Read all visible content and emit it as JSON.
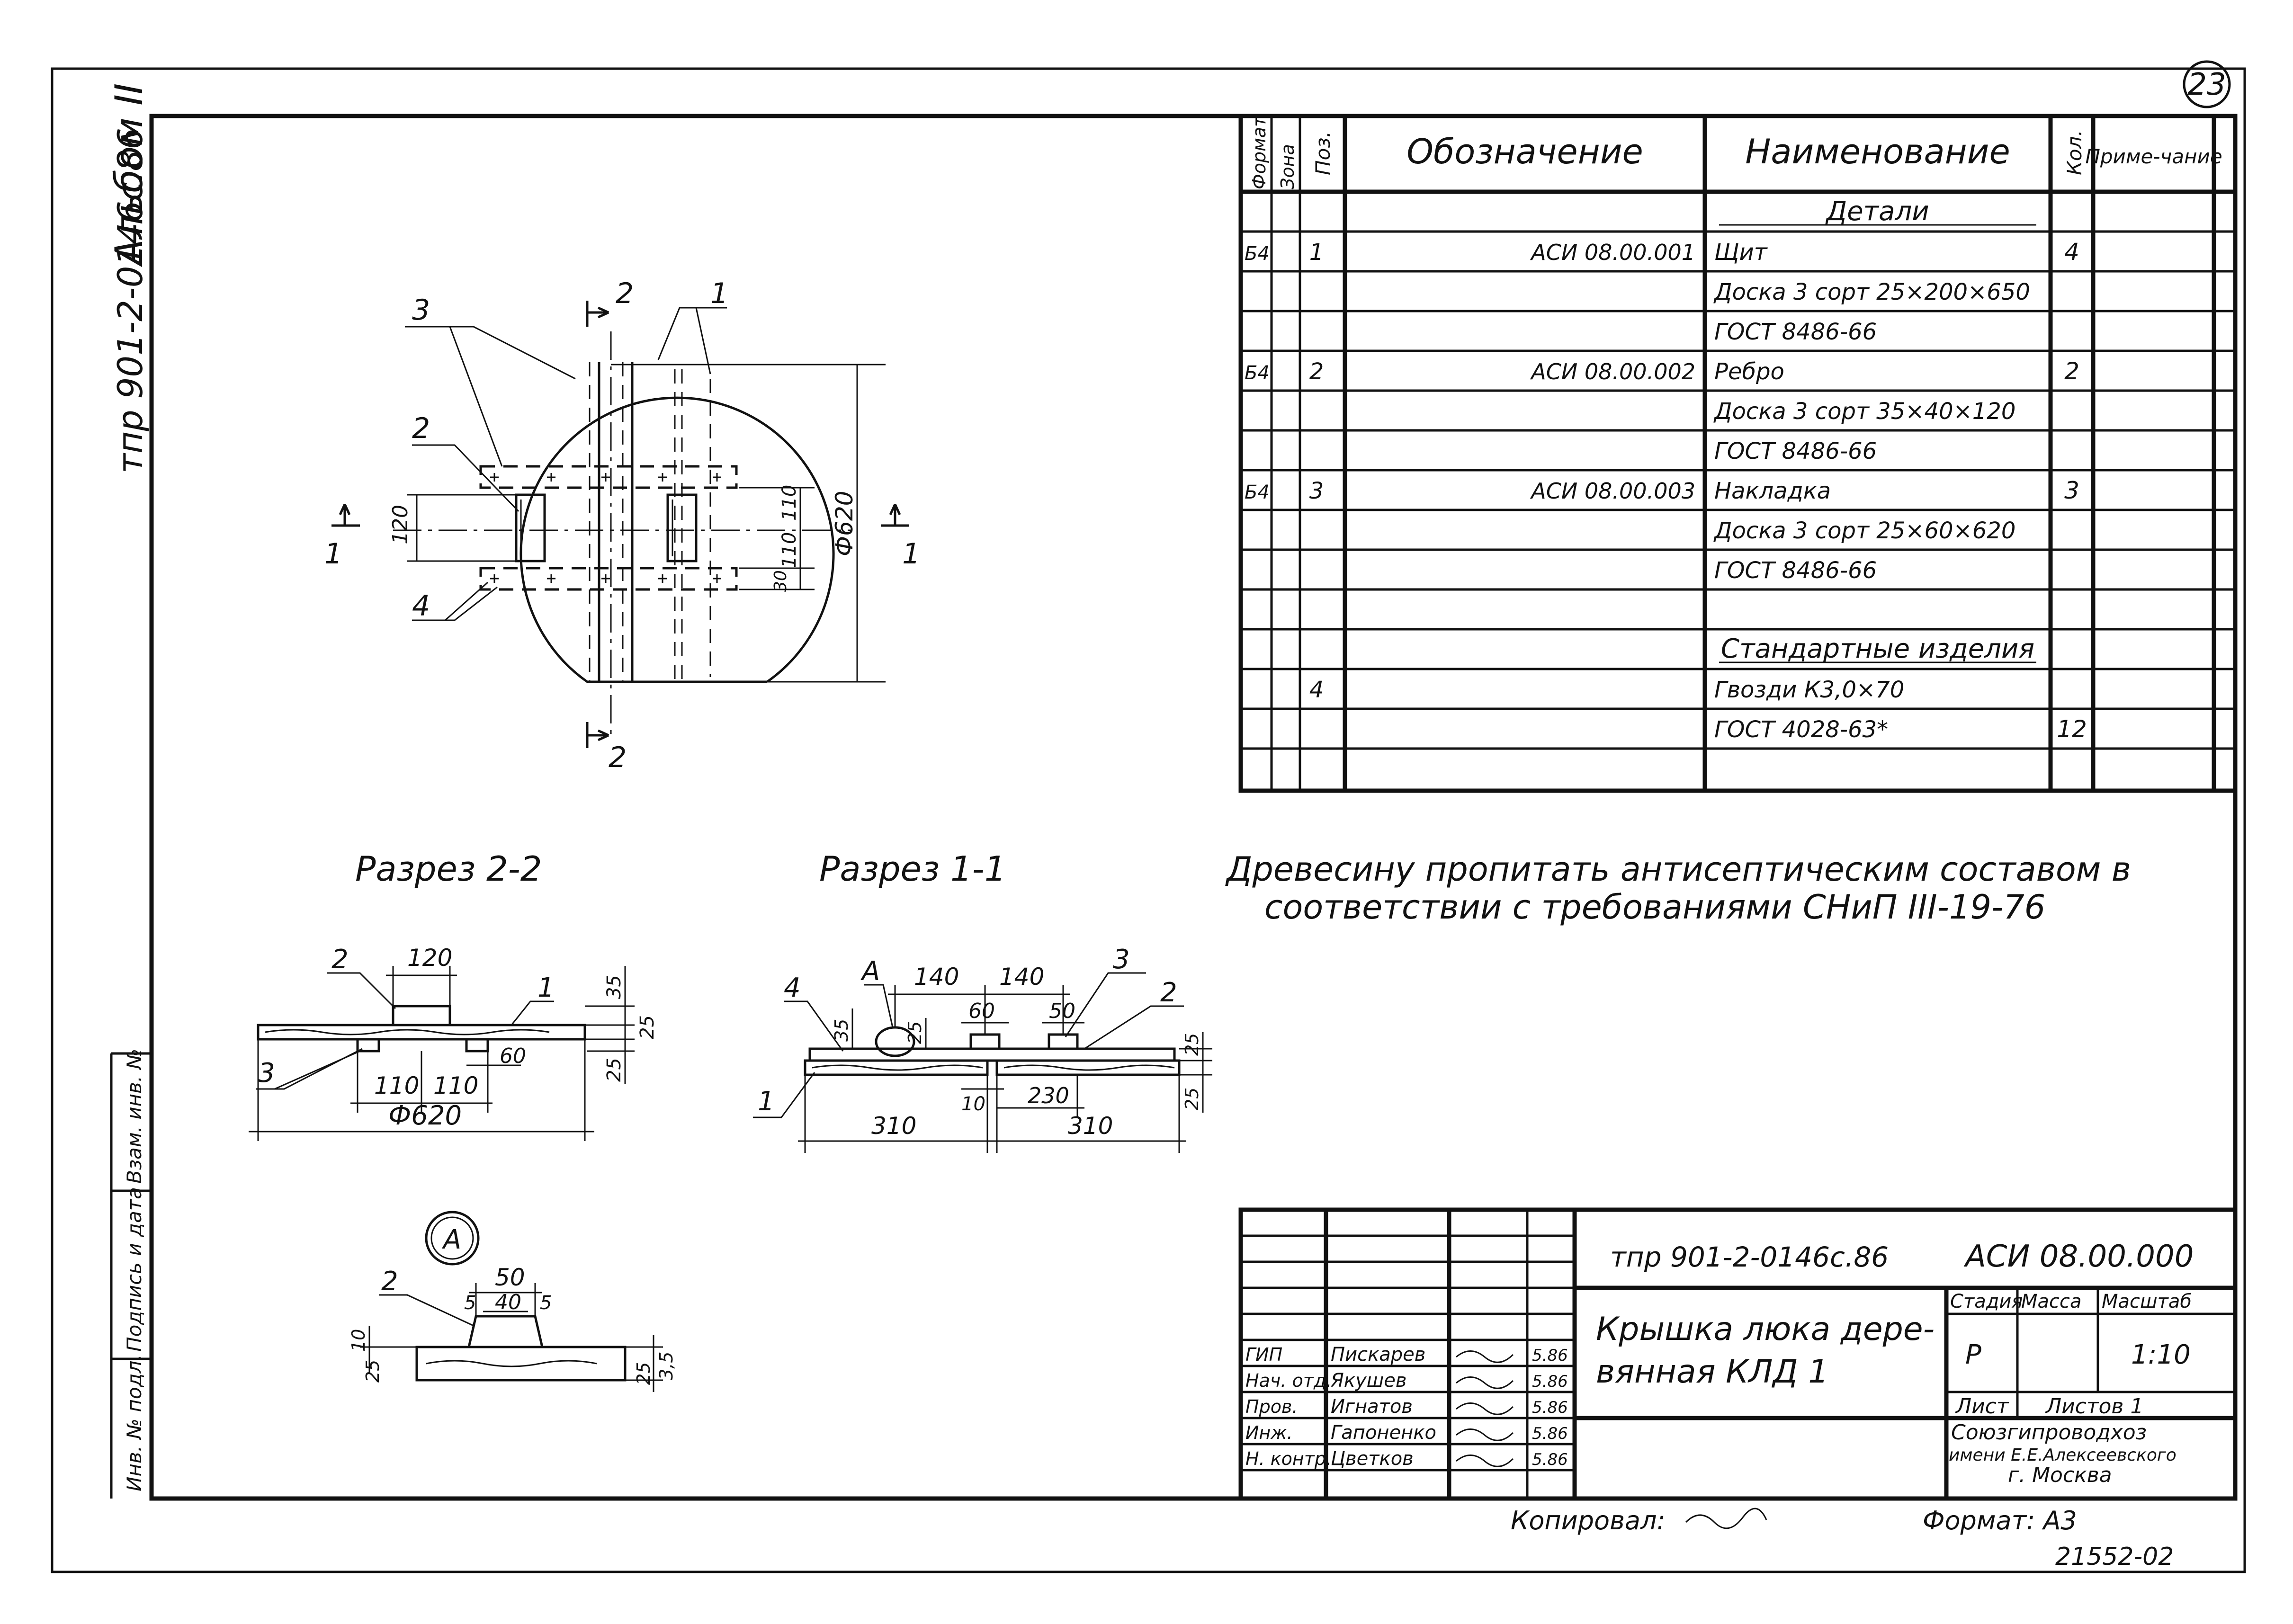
{
  "sheet": {
    "page_number": "23",
    "album_label": "Альбом II",
    "project_code_side": "тпр 901-2-0146с.86",
    "stamp_original": "21552-02",
    "copied_by_label": "Копировал:",
    "format_label": "Формат: А3"
  },
  "left_strip": {
    "inv_label": "Инв. № подл.",
    "signature_label": "Подпись и дата",
    "replacement_label": "Взам. инв. №"
  },
  "spec_table": {
    "headers": {
      "format": "Формат",
      "zone": "Зона",
      "pos": "Поз.",
      "designation": "Обозначение",
      "name": "Наименование",
      "qty": "Кол.",
      "note": "Приме-чание"
    },
    "rows": [
      {
        "format": "",
        "pos": "",
        "designation": "",
        "name": "Детали",
        "qty": "",
        "section": true
      },
      {
        "format": "Б4",
        "pos": "1",
        "designation": "АСИ 08.00.001",
        "name": "Щит",
        "qty": "4"
      },
      {
        "format": "",
        "pos": "",
        "designation": "",
        "name": "Доска 3 сорт 25×200×650",
        "qty": ""
      },
      {
        "format": "",
        "pos": "",
        "designation": "",
        "name": "ГОСТ 8486-66",
        "qty": ""
      },
      {
        "format": "Б4",
        "pos": "2",
        "designation": "АСИ 08.00.002",
        "name": "Ребро",
        "qty": "2"
      },
      {
        "format": "",
        "pos": "",
        "designation": "",
        "name": "Доска 3 сорт 35×40×120",
        "qty": ""
      },
      {
        "format": "",
        "pos": "",
        "designation": "",
        "name": "ГОСТ 8486-66",
        "qty": ""
      },
      {
        "format": "Б4",
        "pos": "3",
        "designation": "АСИ 08.00.003",
        "name": "Накладка",
        "qty": "3"
      },
      {
        "format": "",
        "pos": "",
        "designation": "",
        "name": "Доска 3 сорт 25×60×620",
        "qty": ""
      },
      {
        "format": "",
        "pos": "",
        "designation": "",
        "name": "ГОСТ 8486-66",
        "qty": ""
      },
      {
        "format": "",
        "pos": "",
        "designation": "",
        "name": "",
        "qty": ""
      },
      {
        "format": "",
        "pos": "",
        "designation": "",
        "name": "Стандартные изделия",
        "qty": "",
        "section": true
      },
      {
        "format": "",
        "pos": "4",
        "designation": "",
        "name": "Гвозди К3,0×70",
        "qty": ""
      },
      {
        "format": "",
        "pos": "",
        "designation": "",
        "name": "ГОСТ 4028-63*",
        "qty": "12"
      },
      {
        "format": "",
        "pos": "",
        "designation": "",
        "name": "",
        "qty": ""
      }
    ]
  },
  "note": {
    "line1": "Древесину пропитать антисептическим составом в",
    "line2": "соответствии с требованиями СНиП III-19-76"
  },
  "plan_view": {
    "section_mark_2": "2",
    "section_mark_1": "1",
    "leader_1": "1",
    "leader_2": "2",
    "leader_3": "3",
    "leader_4": "4",
    "dim_120": "120",
    "dim_110a": "110",
    "dim_110b": "110",
    "dim_30": "30",
    "dim_diam": "Ф620"
  },
  "section_2_2": {
    "title": "Разрез 2-2",
    "dim_120": "120",
    "dim_110a": "110",
    "dim_110b": "110",
    "dim_60": "60",
    "dim_diam": "Ф620",
    "dim_35": "35",
    "dim_25a": "25",
    "dim_25b": "25",
    "leader_1": "1",
    "leader_2": "2",
    "leader_3": "3"
  },
  "section_1_1": {
    "title": "Разрез 1-1",
    "dim_140a": "140",
    "dim_140b": "140",
    "dim_60": "60",
    "dim_50": "50",
    "dim_35": "35",
    "dim_25a": "25",
    "dim_25b": "25",
    "dim_25c": "25",
    "dim_10": "10",
    "dim_230": "230",
    "dim_310a": "310",
    "dim_310b": "310",
    "callout": "А",
    "leader_1": "1",
    "leader_2": "2",
    "leader_3": "3",
    "leader_4": "4"
  },
  "detail_a": {
    "label": "А",
    "dim_50": "50",
    "dim_40": "40",
    "dim_5a": "5",
    "dim_5b": "5",
    "dim_10": "10",
    "dim_25a": "25",
    "dim_25b": "25",
    "dim_35": "3,5",
    "leader_2": "2"
  },
  "title_block": {
    "project": "тпр 901-2-0146с.86",
    "designation": "АСИ 08.00.000",
    "title_line1": "Крышка люка дере-",
    "title_line2": "вянная КЛД 1",
    "stage_label": "Стадия",
    "mass_label": "Масса",
    "scale_label": "Масштаб",
    "stage": "Р",
    "scale": "1:10",
    "sheet_label": "Лист",
    "sheets_label": "Листов 1",
    "org_line1": "Союзгипроводхоз",
    "org_line2": "имени Е.Е.Алексеевского",
    "org_line3": "г. Москва",
    "staff": [
      {
        "role": "ГИП",
        "name": "Пискарев",
        "date": "5.86"
      },
      {
        "role": "Нач. отд.",
        "name": "Якушев",
        "date": "5.86"
      },
      {
        "role": "Пров.",
        "name": "Игнатов",
        "date": "5.86"
      },
      {
        "role": "Инж.",
        "name": "Гапоненко",
        "date": "5.86"
      },
      {
        "role": "Н. контр.",
        "name": "Цветков",
        "date": "5.86"
      }
    ]
  }
}
